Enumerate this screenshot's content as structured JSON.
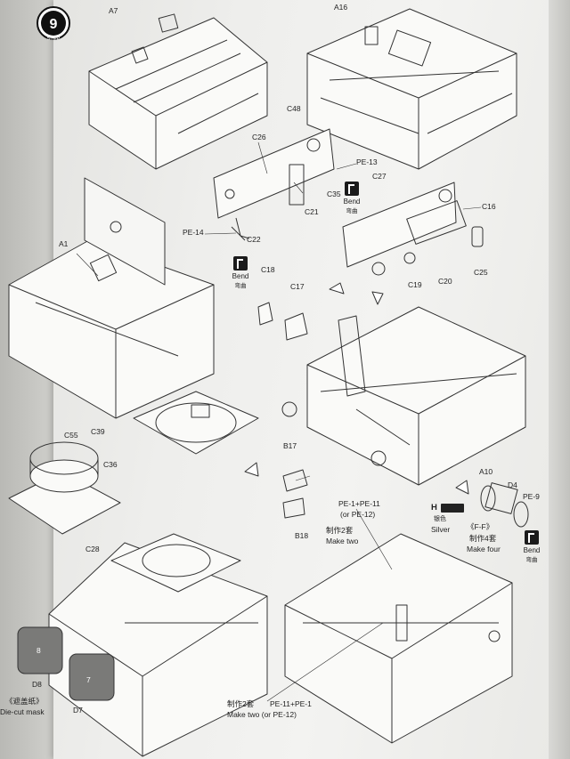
{
  "step": {
    "number": "9",
    "word": "STEP"
  },
  "labels": {
    "a7": "A7",
    "a16": "A16",
    "c48": "C48",
    "c26": "C26",
    "pe13": "PE-13",
    "c27": "C27",
    "c35": "C35",
    "c21": "C21",
    "pe14": "PE-14",
    "c22": "C22",
    "c16": "C16",
    "c19": "C19",
    "c20": "C20",
    "c25": "C25",
    "a1": "A1",
    "c18": "C18",
    "c17": "C17",
    "c55": "C55",
    "c39": "C39",
    "c36": "C36",
    "b17": "B17",
    "b18": "B18",
    "a10": "A10",
    "d4": "D4",
    "pe9": "PE-9",
    "c28": "C28",
    "d8": "D8",
    "d7": "D7",
    "mask8": "8",
    "mask7": "7"
  },
  "bend": {
    "en": "Bend",
    "zh": "弯曲"
  },
  "notes": {
    "pe_combo": "PE-1+PE-11",
    "pe_alt": "(or PE-12)",
    "make_two_zh": "制作2套",
    "make_two": "Make two",
    "color_code": "H",
    "color_zh": "银色",
    "color_en": "Silver",
    "ff": "《F-F》",
    "make_four_zh": "制作4套",
    "make_four": "Make four",
    "diecut_zh": "《遮盖纸》",
    "diecut": "Die-cut mask",
    "bottom_zh": "制作2套",
    "bottom_pe": "PE-11+PE-1",
    "bottom_make": "Make two (or PE-12)"
  }
}
